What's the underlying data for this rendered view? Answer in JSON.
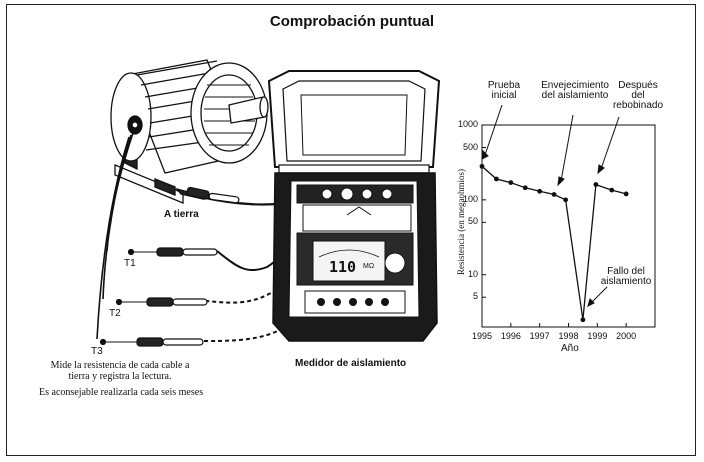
{
  "title": "Comprobación puntual",
  "labels": {
    "ground": "A tierra",
    "t1": "T1",
    "t2": "T2",
    "t3": "T3",
    "meter": "Medidor de aislamiento",
    "instruction": "Mide la resistencia de cada cable a tierra y registra la lectura.",
    "note": "Es aconsejable realizarla cada seis meses",
    "display_value": "110",
    "display_unit": "MΩ"
  },
  "chart_data": {
    "type": "line",
    "xlabel": "Año",
    "ylabel": "Resistencia (en megaohmios)",
    "yscale": "log",
    "ylim": [
      2,
      1000
    ],
    "xlim": [
      1995,
      2001
    ],
    "x_ticks": [
      "1995",
      "1996",
      "1997",
      "1998",
      "1999",
      "2000"
    ],
    "y_ticks": [
      "1000",
      "500",
      "100",
      "50",
      "10",
      "5"
    ],
    "series": [
      {
        "points": [
          {
            "x": 1995.0,
            "y": 280
          },
          {
            "x": 1995.5,
            "y": 190
          },
          {
            "x": 1996.0,
            "y": 170
          },
          {
            "x": 1996.5,
            "y": 145
          },
          {
            "x": 1997.0,
            "y": 130
          },
          {
            "x": 1997.5,
            "y": 118
          },
          {
            "x": 1997.9,
            "y": 100
          },
          {
            "x": 1998.5,
            "y": 2.5
          },
          {
            "x": 1998.95,
            "y": 160
          },
          {
            "x": 1999.5,
            "y": 135
          },
          {
            "x": 2000.0,
            "y": 120
          }
        ]
      }
    ],
    "annotations": [
      {
        "text": "Prueba inicial",
        "x": 1995.0,
        "y": 280
      },
      {
        "text": "Envejecimiento del aislamiento",
        "x": 1997.9,
        "y": 100
      },
      {
        "text": "Después del rebobinado",
        "x": 1998.95,
        "y": 160
      },
      {
        "text": "Fallo del aislamiento",
        "x": 1998.5,
        "y": 2.5
      }
    ]
  }
}
